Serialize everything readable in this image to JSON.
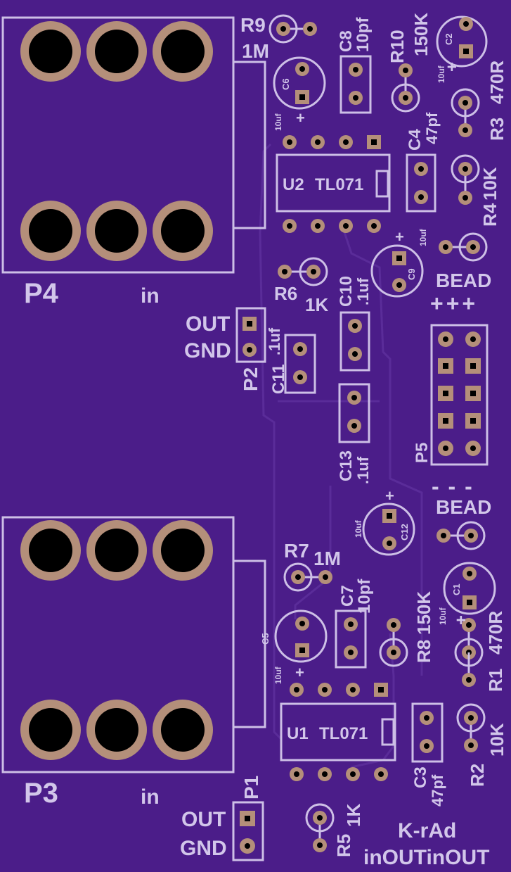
{
  "board": {
    "background": "#4b1d89",
    "silkscreen_color": "#cdbfe6",
    "pad_color": "#b48f7a",
    "title": "K-rAd",
    "subtitle": "inOUTinOUT"
  },
  "connectors": {
    "p4": {
      "ref": "P4",
      "label": "in"
    },
    "p3": {
      "ref": "P3",
      "label": "in"
    },
    "p2": {
      "ref": "P2",
      "out": "OUT",
      "gnd": "GND"
    },
    "p1": {
      "ref": "P1",
      "out": "OUT",
      "gnd": "GND"
    },
    "p5": {
      "ref": "P5"
    }
  },
  "ics": {
    "u2": {
      "ref": "U2",
      "part": "TL071"
    },
    "u1": {
      "ref": "U1",
      "part": "TL071"
    }
  },
  "resistors": {
    "r9": {
      "ref": "R9",
      "value": "1M"
    },
    "r10": {
      "ref": "R10",
      "value": "150K"
    },
    "r3": {
      "ref": "R3",
      "value": "470R"
    },
    "r4": {
      "ref": "R4",
      "value": "10K"
    },
    "r6": {
      "ref": "R6",
      "value": "1K"
    },
    "r7": {
      "ref": "R7",
      "value": "1M"
    },
    "r8": {
      "ref": "R8",
      "value": "150K"
    },
    "r1": {
      "ref": "R1",
      "value": "470R"
    },
    "r2": {
      "ref": "R2",
      "value": "10K"
    },
    "r5": {
      "ref": "R5",
      "value": "1K"
    }
  },
  "capacitors": {
    "c2": {
      "ref": "C2",
      "value": "10uf"
    },
    "c6": {
      "ref": "C6",
      "value": "10uf"
    },
    "c8": {
      "ref": "C8",
      "value": "10pf"
    },
    "c4": {
      "ref": "C4",
      "value": "47pf"
    },
    "c9": {
      "ref": "C9",
      "value": "10uf"
    },
    "c10": {
      "ref": "C10",
      "value": ".1uf"
    },
    "c11": {
      "ref": "C11",
      "value": ".1uf"
    },
    "c13": {
      "ref": "C13",
      "value": ".1uf"
    },
    "c12": {
      "ref": "C12",
      "value": "10uf"
    },
    "c1": {
      "ref": "C1",
      "value": "10uf"
    },
    "c7": {
      "ref": "C7",
      "value": "10pf"
    },
    "c5": {
      "ref": "C5",
      "value": "10uf"
    },
    "c3": {
      "ref": "C3",
      "value": "47pf"
    }
  },
  "beads": {
    "top": {
      "label": "BEAD",
      "marks": "+++"
    },
    "bottom": {
      "label": "BEAD",
      "marks": "- - -"
    }
  },
  "polarity_mark": "+"
}
